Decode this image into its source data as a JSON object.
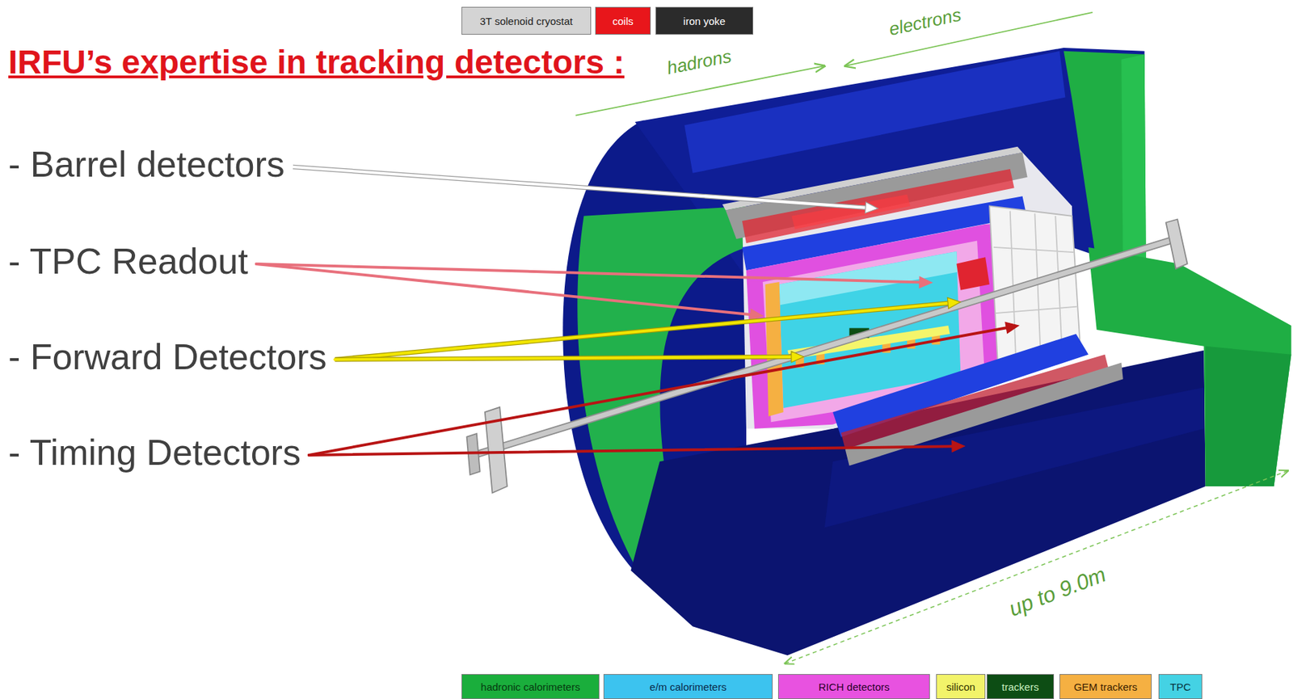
{
  "diagram": {
    "title": "IRFU’s expertise in tracking detectors :",
    "labels": [
      "- Barrel detectors",
      "- TPC Readout",
      "- Forward Detectors",
      "- Timing Detectors",
      "hadrons",
      "electrons",
      "up to 9.0m"
    ],
    "legend": [
      {
        "text": "3T solenoid cryostat",
        "color": "#d4d4d4"
      },
      {
        "text": "coils",
        "color": "#e8161b"
      },
      {
        "text": "iron yoke",
        "color": "#2b2b2b"
      },
      {
        "text": "hadronic calorimeters",
        "color": "#1aae3c"
      },
      {
        "text": "e/m calorimeters",
        "color": "#3cc3ef"
      },
      {
        "text": "RICH detectors",
        "color": "#e852e0"
      },
      {
        "text": "silicon",
        "color": "#f2f36a"
      },
      {
        "text": "trackers",
        "color": "#0d4d14"
      },
      {
        "text": "GEM trackers",
        "color": "#f5b042"
      },
      {
        "text": "TPC",
        "color": "#44d2e4"
      }
    ]
  }
}
